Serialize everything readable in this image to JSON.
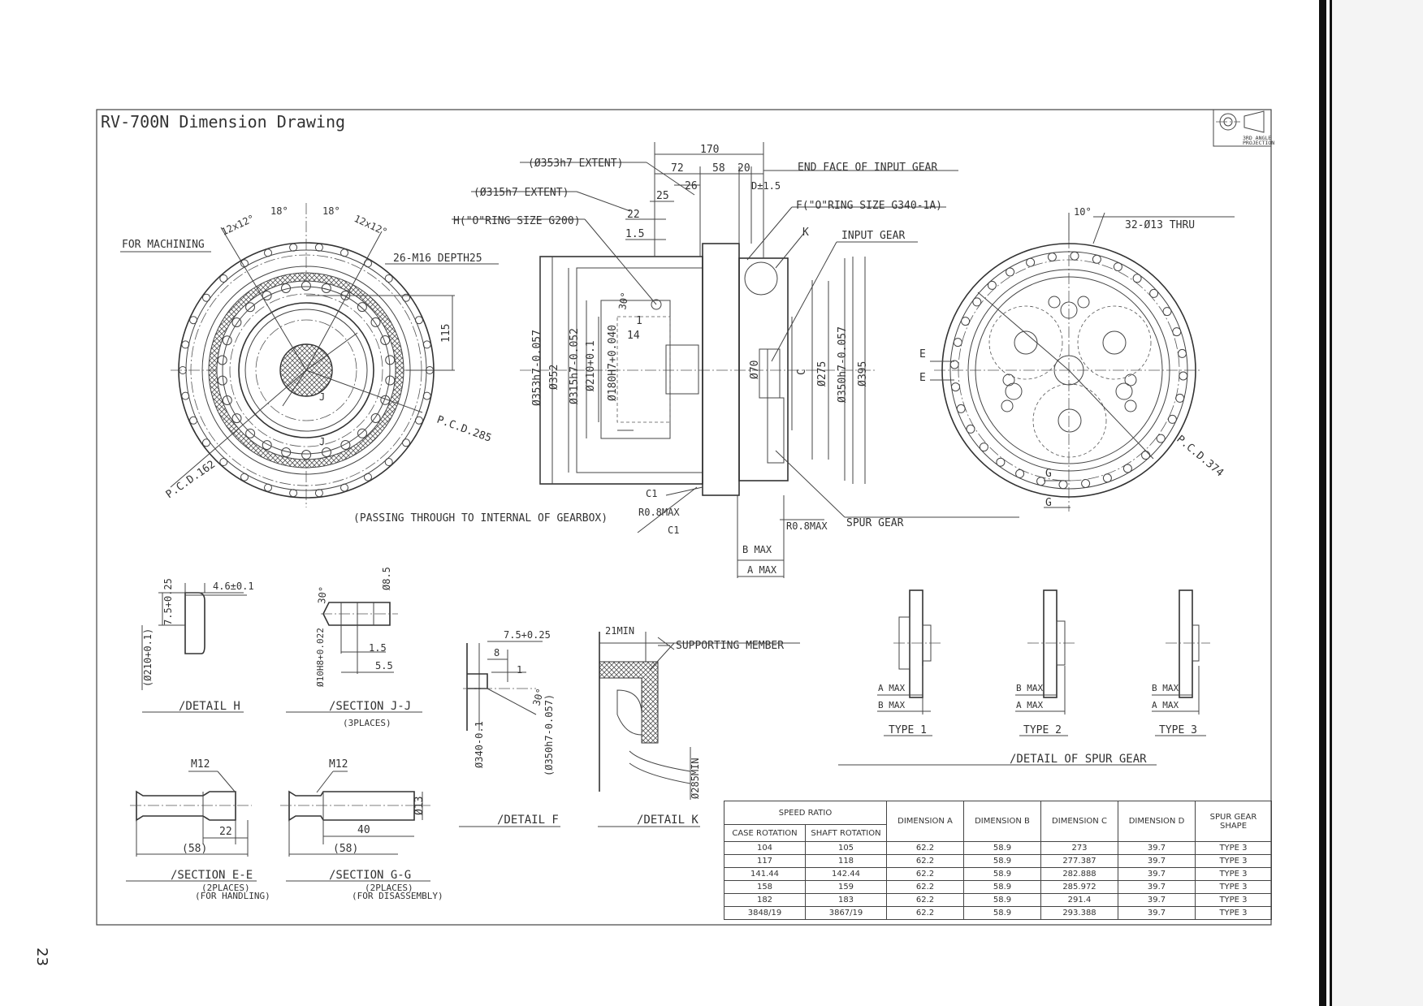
{
  "title": "RV-700N Dimension Drawing",
  "projection_label": [
    "3RD ANGLE",
    "PROJECTION"
  ],
  "page_number": "23",
  "front_view": {
    "callouts": [
      "FOR MACHINING",
      "26-M16 DEPTH25",
      "P.C.D.285",
      "P.C.D.162",
      "(PASSING THROUGH TO INTERNAL OF GEARBOX)"
    ],
    "angles": [
      "12x12°",
      "18°",
      "18°",
      "12x12°"
    ],
    "dims": [
      "115",
      "J",
      "J"
    ]
  },
  "section_view": {
    "callouts": [
      "(Ø353h7 EXTENT)",
      "(Ø315h7 EXTENT)",
      "H(\"O\"RING SIZE G200)",
      "END FACE OF INPUT GEAR",
      "F(\"O\"RING SIZE G340-1A)",
      "K",
      "INPUT GEAR",
      "SPUR GEAR",
      "R0.8MAX",
      "R0.8MAX",
      "C1",
      "C1"
    ],
    "horizontal_dims": [
      "170",
      "72",
      "58",
      "20",
      "26",
      "25",
      "22",
      "1.5",
      "D±1.5",
      "1",
      "14",
      "B MAX",
      "A MAX"
    ],
    "vertical_dims": [
      "Ø353h7-0.057",
      "Ø352",
      "Ø315h7-0.052",
      "Ø210+0.1",
      "Ø180H7+0.040",
      "Ø70",
      "C",
      "Ø275",
      "Ø350h7-0.057",
      "Ø395"
    ],
    "angle": "30°"
  },
  "rear_view": {
    "callouts": [
      "32-Ø13 THRU",
      "P.C.D.374"
    ],
    "angle": "10°",
    "markers": [
      "E",
      "E",
      "G",
      "G"
    ]
  },
  "details": {
    "detail_h": {
      "label": "/DETAIL H",
      "dims": [
        "4.6±0.1",
        "7.5+0.25",
        "(Ø210+0.1)"
      ]
    },
    "section_jj": {
      "label": "/SECTION J-J",
      "note": "(3PLACES)",
      "dims": [
        "30°",
        "Ø8.5",
        "1.5",
        "5.5",
        "Ø10H8+0.022"
      ]
    },
    "detail_f": {
      "label": "/DETAIL F",
      "dims": [
        "7.5+0.25",
        "8",
        "1",
        "30°",
        "Ø340-0.1",
        "(Ø350h7-0.057)"
      ]
    },
    "detail_k": {
      "label": "/DETAIL K",
      "dims": [
        "21MIN",
        "Ø285MIN"
      ],
      "callout": "SUPPORTING MEMBER"
    },
    "section_ee": {
      "label": "/SECTION E-E",
      "note": [
        "(2PLACES)",
        "(FOR HANDLING)"
      ],
      "dims": [
        "M12",
        "22",
        "(58)"
      ]
    },
    "section_gg": {
      "label": "/SECTION G-G",
      "note": [
        "(2PLACES)",
        "(FOR DISASSEMBLY)"
      ],
      "dims": [
        "M12",
        "40",
        "(58)",
        "Ø13"
      ]
    },
    "spur_gear": {
      "label": "/DETAIL OF SPUR GEAR",
      "types": [
        {
          "name": "TYPE 1",
          "top": "A MAX",
          "bottom": "B MAX"
        },
        {
          "name": "TYPE 2",
          "top": "B MAX",
          "bottom": "A MAX"
        },
        {
          "name": "TYPE 3",
          "top": "B MAX",
          "bottom": "A MAX"
        }
      ]
    }
  },
  "table": {
    "group_header": "SPEED RATIO",
    "headers": [
      "CASE ROTATION",
      "SHAFT ROTATION",
      "DIMENSION A",
      "DIMENSION B",
      "DIMENSION C",
      "DIMENSION D",
      "SPUR GEAR SHAPE"
    ],
    "rows": [
      [
        "104",
        "105",
        "62.2",
        "58.9",
        "273",
        "39.7",
        "TYPE 3"
      ],
      [
        "117",
        "118",
        "62.2",
        "58.9",
        "277.387",
        "39.7",
        "TYPE 3"
      ],
      [
        "141.44",
        "142.44",
        "62.2",
        "58.9",
        "282.888",
        "39.7",
        "TYPE 3"
      ],
      [
        "158",
        "159",
        "62.2",
        "58.9",
        "285.972",
        "39.7",
        "TYPE 3"
      ],
      [
        "182",
        "183",
        "62.2",
        "58.9",
        "291.4",
        "39.7",
        "TYPE 3"
      ],
      [
        "3848/19",
        "3867/19",
        "62.2",
        "58.9",
        "293.388",
        "39.7",
        "TYPE 3"
      ]
    ]
  }
}
